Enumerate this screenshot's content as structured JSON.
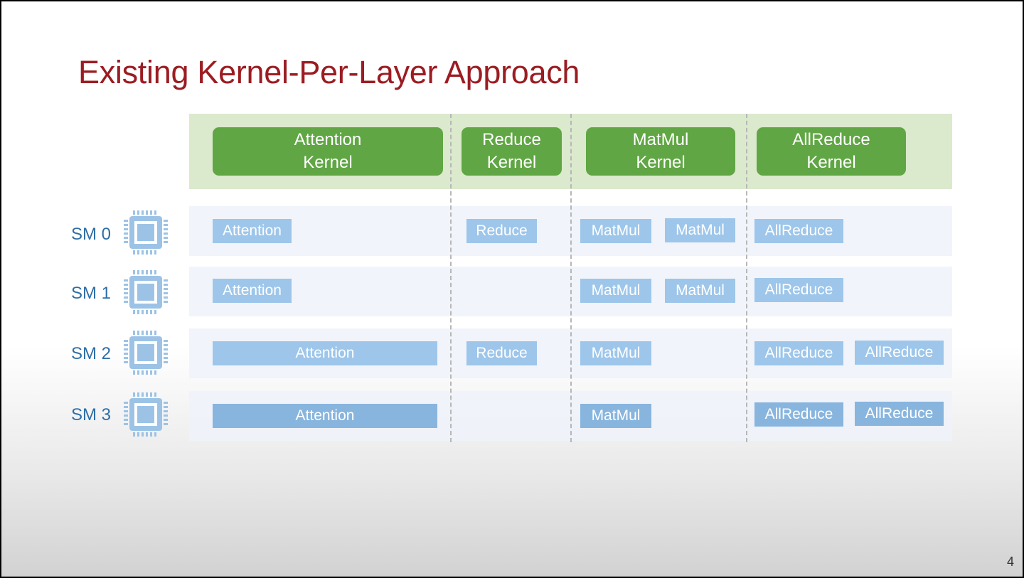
{
  "slide": {
    "title": "Existing Kernel-Per-Layer Approach",
    "page_number": "4"
  },
  "kernels": [
    {
      "label": "Attention\nKernel"
    },
    {
      "label": "Reduce\nKernel"
    },
    {
      "label": "MatMul\nKernel"
    },
    {
      "label": "AllReduce\nKernel"
    }
  ],
  "sms": [
    {
      "label": "SM 0"
    },
    {
      "label": "SM 1"
    },
    {
      "label": "SM 2"
    },
    {
      "label": "SM 3"
    }
  ],
  "blocks": {
    "sm0": [
      "Attention",
      "Reduce",
      "MatMul",
      "MatMul",
      "AllReduce"
    ],
    "sm1": [
      "Attention",
      "MatMul",
      "MatMul",
      "AllReduce"
    ],
    "sm2": [
      "Attention",
      "Reduce",
      "MatMul",
      "AllReduce",
      "AllReduce"
    ],
    "sm3": [
      "Attention",
      "MatMul",
      "AllReduce",
      "AllReduce"
    ]
  },
  "icons": {
    "chip": "chip-icon"
  },
  "colors": {
    "title": "#9b1c22",
    "kernel": "#60a644",
    "kernel_band": "#dbe9cd",
    "block": "#9dc6ea",
    "sm_label": "#2e6ea6"
  }
}
